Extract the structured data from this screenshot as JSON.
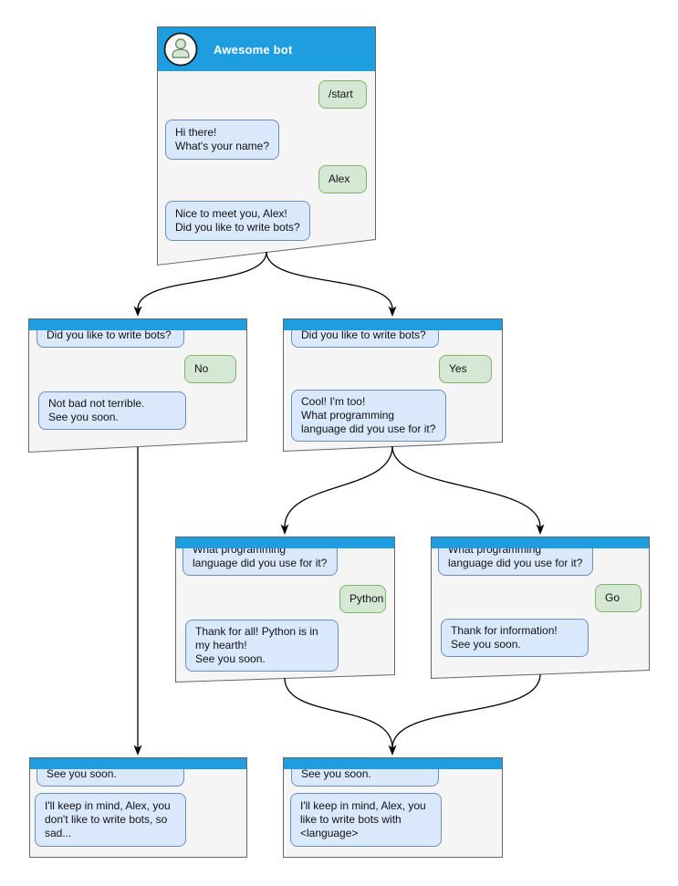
{
  "diagram_title": "Awesome bot",
  "colors": {
    "header_blue": "#1e9de1",
    "window_bg": "#f5f5f5",
    "window_border": "#666666",
    "bot_bubble_bg": "#dae8fc",
    "bot_bubble_border": "#6c8ebf",
    "user_bubble_bg": "#d5e8d4",
    "user_bubble_border": "#82b366"
  },
  "windows": {
    "root": {
      "title": "Awesome bot",
      "messages": {
        "start": "/start",
        "greet": "Hi there!\nWhat's your name?",
        "name": "Alex",
        "meet": "Nice to meet you, Alex!\nDid you like to write bots?"
      }
    },
    "branch_no": {
      "messages": {
        "question": "Did you like to write bots?",
        "answer": "No",
        "reply": "Not bad not terrible.\nSee you soon."
      }
    },
    "branch_yes": {
      "messages": {
        "question": "Did you like to write bots?",
        "answer": "Yes",
        "reply": "Cool! I'm too!\nWhat programming\nlanguage did you use for it?"
      }
    },
    "python": {
      "messages": {
        "question": "What programming\nlanguage did you use for it?",
        "answer": "Python",
        "reply": "Thank for all! Python is in\nmy hearth!\nSee you soon."
      }
    },
    "go": {
      "messages": {
        "question": "What programming\nlanguage did you use for it?",
        "answer": "Go",
        "reply": "Thank for information!\nSee you soon."
      }
    },
    "end_no": {
      "messages": {
        "question": "See you soon.",
        "reply": "I'll keep in mind, Alex, you\ndon't like to write bots, so\nsad..."
      }
    },
    "end_yes": {
      "messages": {
        "question": "See you soon.",
        "reply": "I'll keep in mind, Alex, you\nlike to write bots with\n<language>"
      }
    }
  }
}
